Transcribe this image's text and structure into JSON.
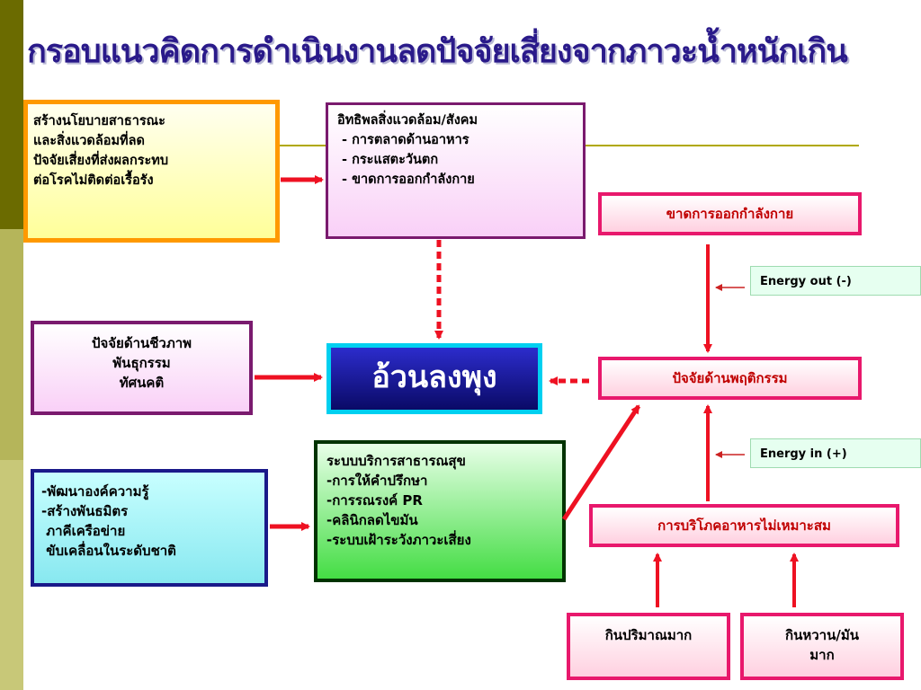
{
  "title": "กรอบแนวคิดการดำเนินงานลดปัจจัยเสี่ยงจากภาวะน้ำหนักเกิน",
  "policy_box": {
    "lines": [
      "สร้างนโยบายสาธารณะ",
      "และสิ่งแวดล้อมที่ลด",
      "ปัจจัยเสี่ยงที่ส่งผลกระทบ",
      "ต่อโรคไม่ติดต่อเรื้อรัง"
    ]
  },
  "influence_box": {
    "lines": [
      "อิทธิพลสิ่งแวดล้อม/สังคม",
      " - การตลาดด้านอาหาร",
      " - กระแสตะวันตก",
      " - ขาดการออกกำลังกาย"
    ]
  },
  "lack_exercise_box": {
    "label": "ขาดการออกกำลังกาย"
  },
  "energy_out": {
    "label": "Energy out (-)"
  },
  "energy_in": {
    "label": "Energy in (+)"
  },
  "bio_box": {
    "lines": [
      "ปัจจัยด้านชีวภาพ",
      "พันธุกรรม",
      "ทัศนคติ"
    ]
  },
  "center_box": {
    "label": "อ้วนลงพุง"
  },
  "behavior_box": {
    "label": "ปัจจัยด้านพฤติกรรม"
  },
  "knowledge_box": {
    "lines": [
      "-พัฒนาองค์ความรู้",
      "-สร้างพันธมิตร",
      " ภาคีเครือข่าย",
      " ขับเคลื่อนในระดับชาติ"
    ]
  },
  "service_box": {
    "lines": [
      "ระบบบริการสาธารณสุข",
      "-การให้คำปรึกษา",
      "-การรณรงค์ PR",
      "-คลินิกลดไขมัน",
      "-ระบบเฝ้าระวังภาวะเสี่ยง"
    ]
  },
  "diet_box": {
    "label": "การบริโภคอาหารไม่เหมาะสม"
  },
  "quantity_box": {
    "label": "กินปริมาณมาก"
  },
  "sweet_box": {
    "lines": [
      "กินหวาน/มัน",
      "มาก"
    ]
  },
  "colors": {
    "arrow": "#ee1122",
    "title": "#2a1a8a",
    "energy_arrow": "#cc2222"
  }
}
